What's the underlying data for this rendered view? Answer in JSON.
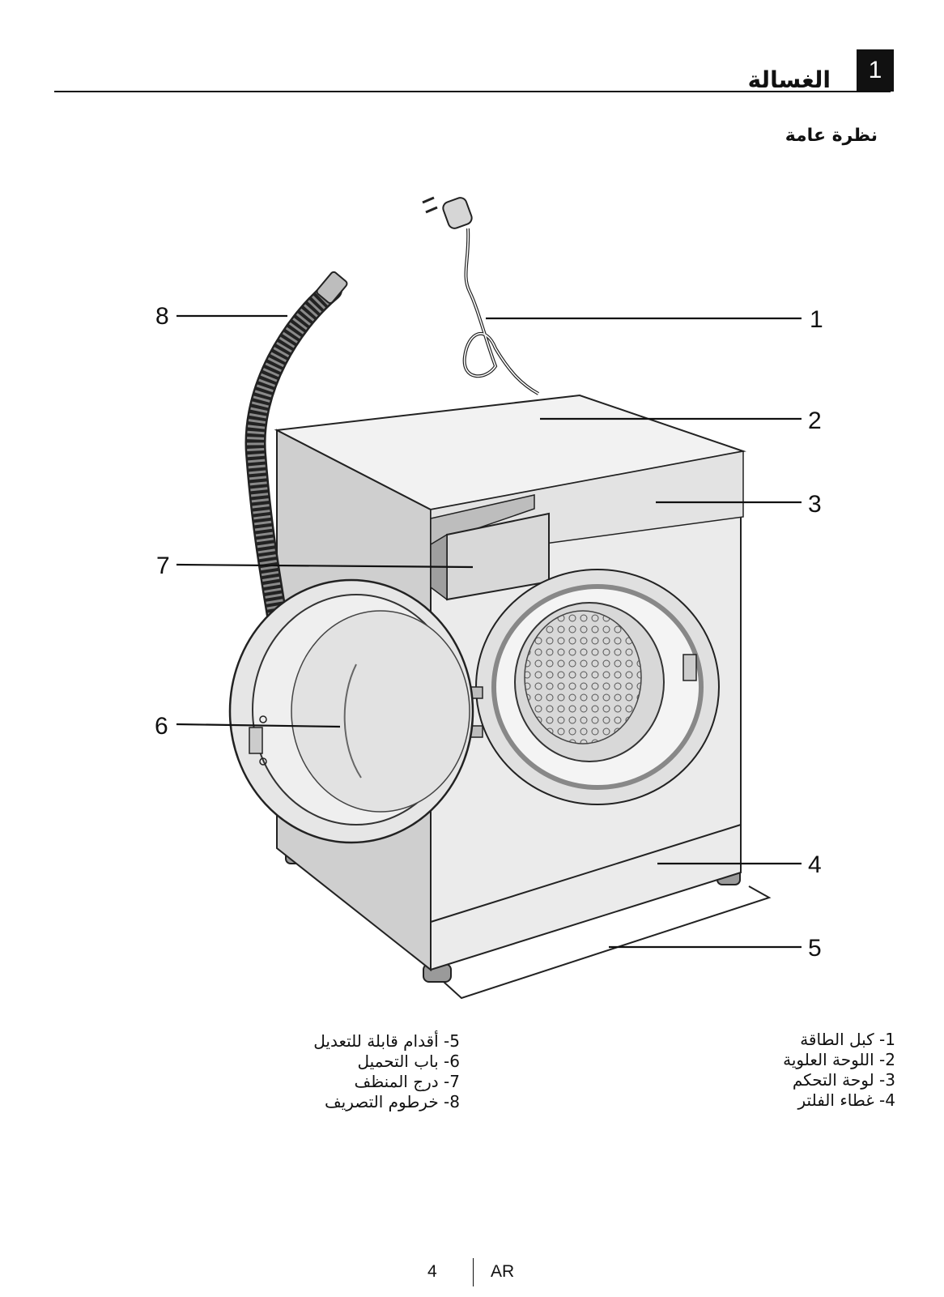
{
  "header": {
    "chapter_number": "1",
    "chapter_title": "الغسالة"
  },
  "section": {
    "title": "نظرة عامة"
  },
  "callouts": [
    "1",
    "2",
    "3",
    "4",
    "5",
    "6",
    "7",
    "8"
  ],
  "legend": {
    "right_column": [
      "1- كبل الطاقة",
      "2- اللوحة العلوية",
      "3- لوحة التحكم",
      "4- غطاء الفلتر"
    ],
    "left_column": [
      "5- أقدام قابلة للتعديل",
      "6- باب التحميل",
      "7- درج المنظف",
      "8- خرطوم التصريف"
    ]
  },
  "footer": {
    "page_number": "4",
    "language": "AR"
  }
}
